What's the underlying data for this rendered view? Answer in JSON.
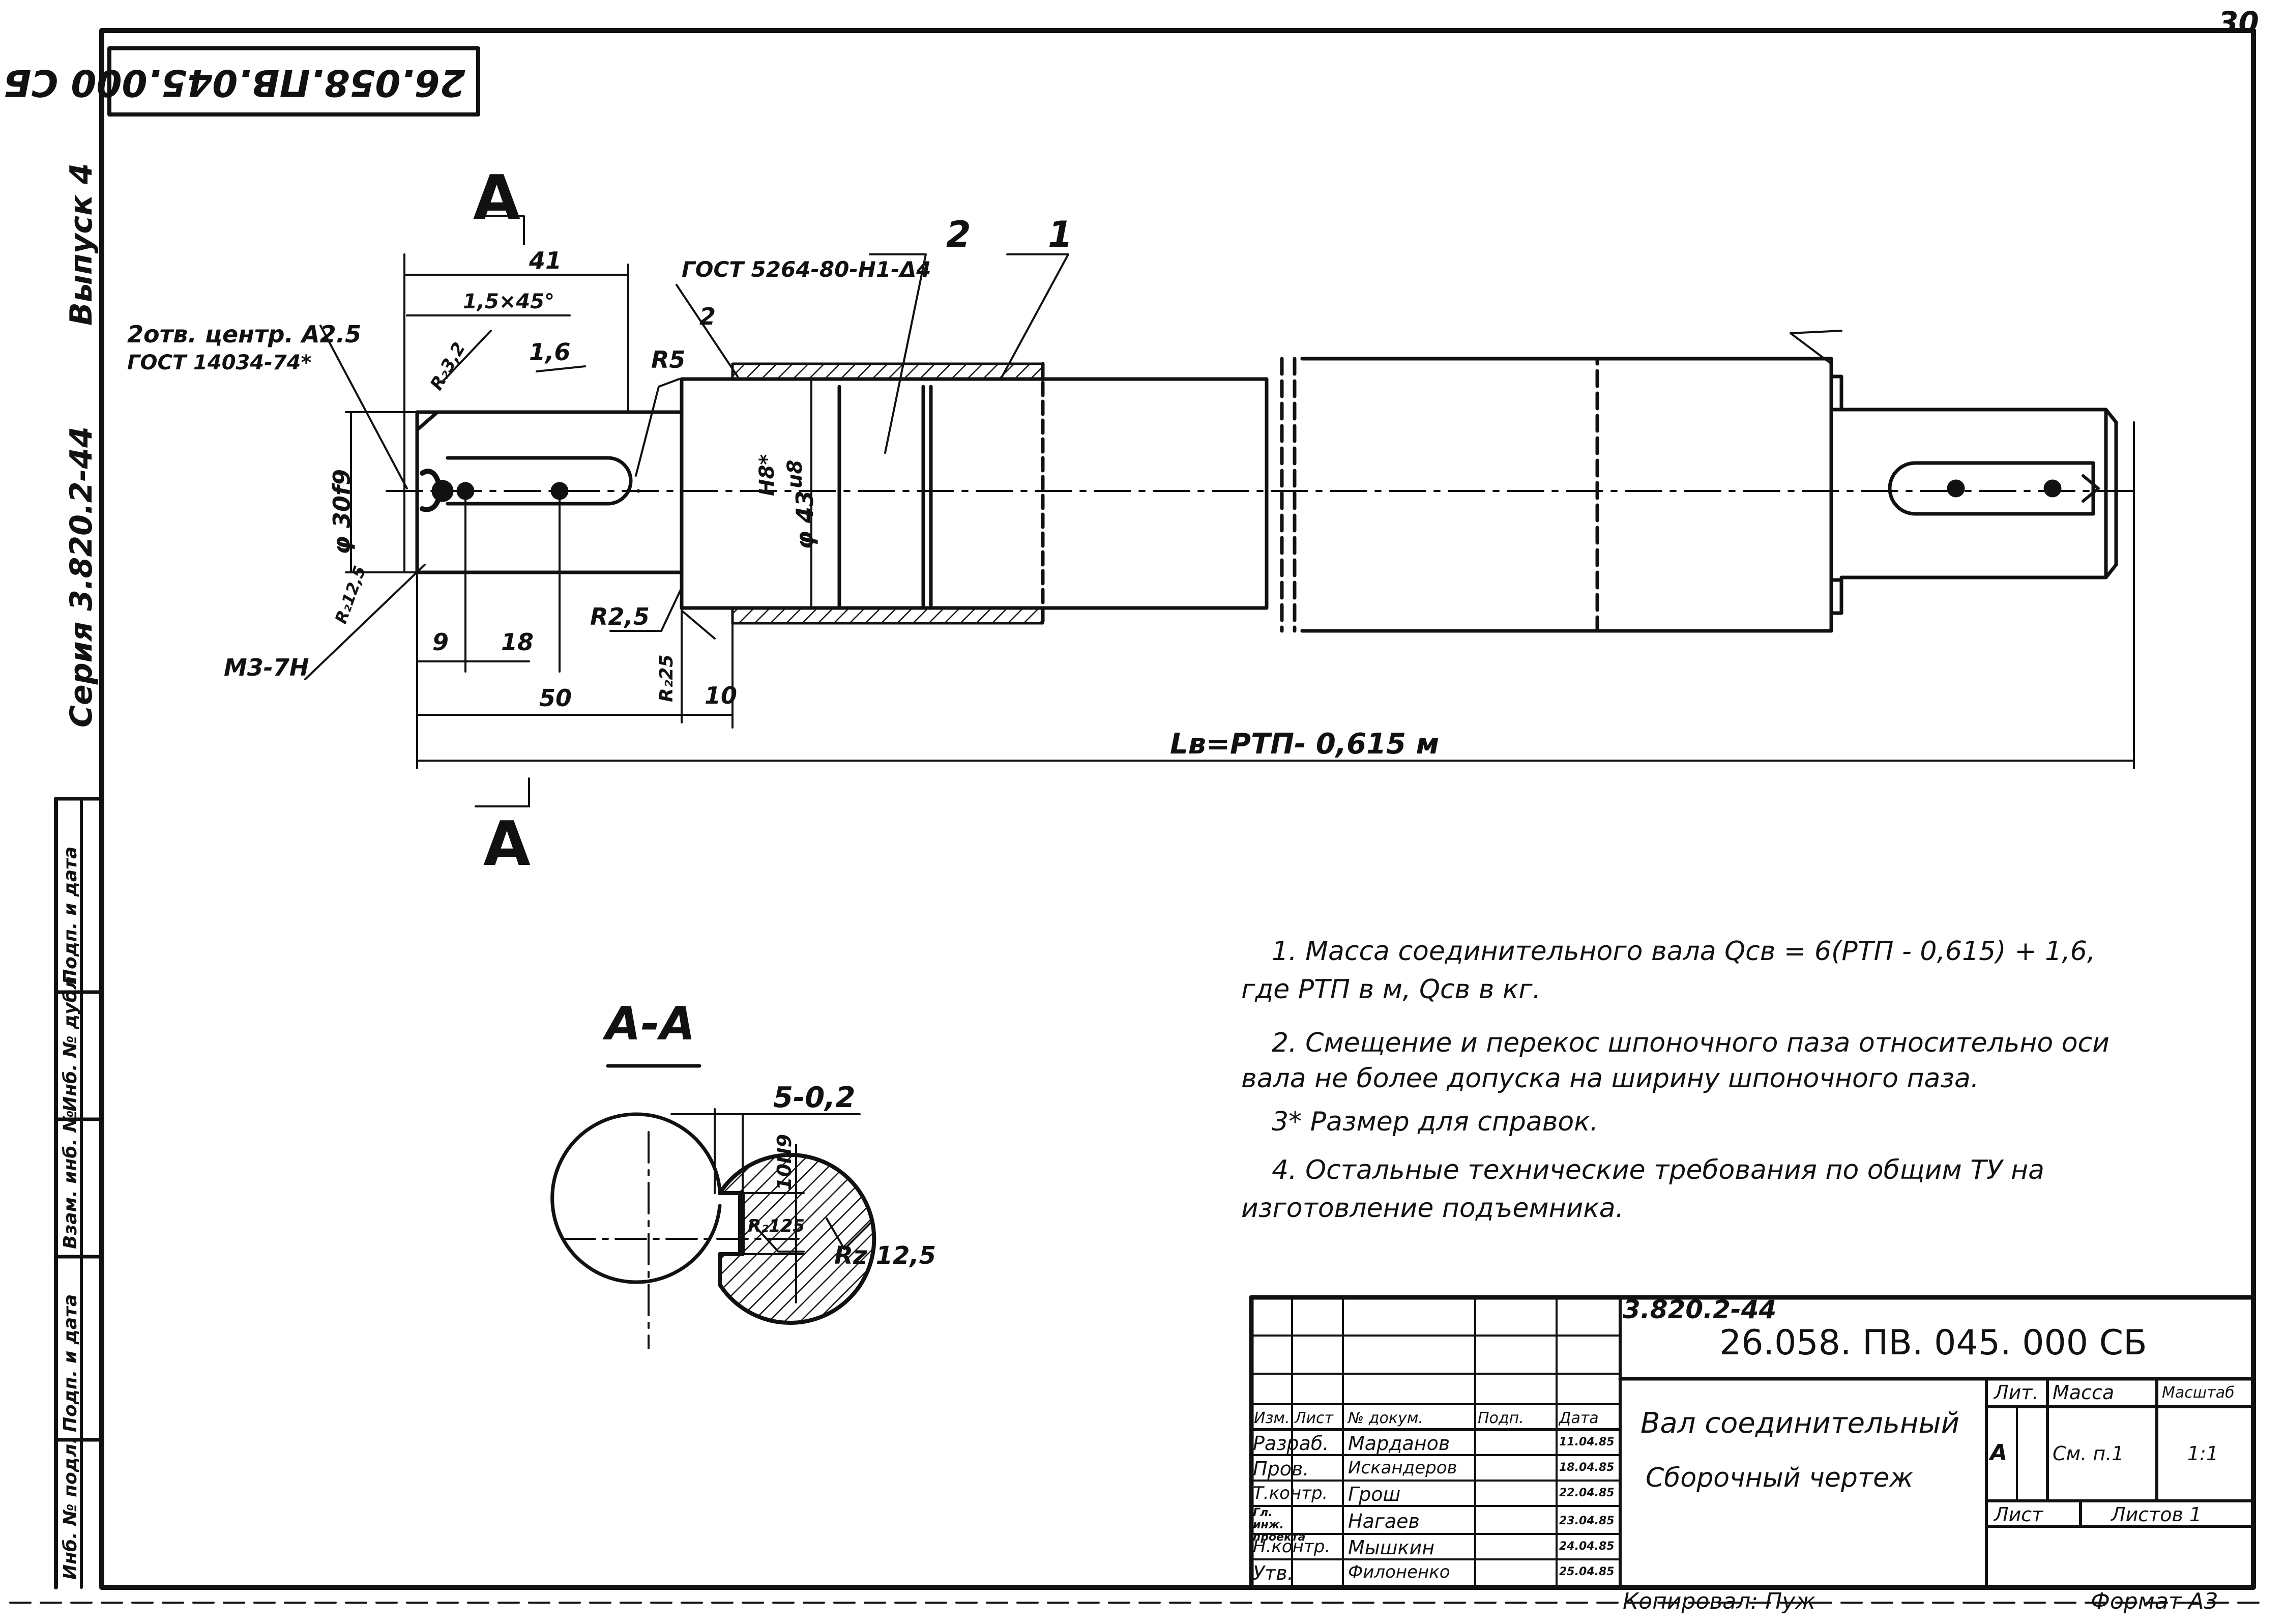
{
  "sheet_number": "30",
  "side_labels": {
    "issue": "Выпуск 4",
    "series": "Серия  3.820.2-44"
  },
  "stub_labels": [
    "Подп. и дата",
    "Инб. № дубл.",
    "Взам. инб. №",
    "Подп. и дата",
    "Инб. № подл."
  ],
  "mirrored_stamp": "26.058.ПВ.045.000 СБ",
  "section_marks": {
    "top": "А",
    "bottom": "А",
    "section_title": "А-А"
  },
  "callouts": {
    "center_holes": "2отв. центр. А2.5",
    "center_holes_std": "ГОСТ 14034-74*",
    "weld_symbol": "ГОСТ 5264-80-Н1-Δ4",
    "weld_leg": "2",
    "pos_2": "2",
    "pos_1": "1",
    "thread": "М3-7Н"
  },
  "dimensions": {
    "d41": "41",
    "chamfer": "1,5×45°",
    "rough_32": "R₂3,2",
    "rough_16": "1,6",
    "r5": "R5",
    "dia_30": "φ 30f9",
    "rough_125a": "R₂12,5",
    "r25": "R2,5",
    "d9": "9",
    "d18": "18",
    "d50": "50",
    "rough_25": "R₂25",
    "d10": "10",
    "dia_43": "φ 43",
    "fit_top": "H8*",
    "fit_bottom": "u8",
    "length": "Lв=РТП- 0,615 м",
    "key_width": "5-0,2",
    "key_depth": "10N9",
    "rough_125b": "R₂125",
    "rz": "Rz 12,5"
  },
  "notes": [
    "1.  Масса соединительного вала  Qсв = 6(РТП - 0,615) + 1,6,",
    "где  РТП  в м,  Qсв в кг.",
    "2.  Смещение и перекос шпоночного паза относительно оси",
    "вала  не более допуска  на ширину  шпоночного  паза.",
    "3*  Размер  для  справок.",
    "4.  Остальные  технические  требования  по  общим  ТУ  на",
    "изготовление  подъемника."
  ],
  "title_block": {
    "series_code": "3.820.2-44",
    "designation": "26.058. ПВ. 045. 000 СБ",
    "title_line1": "Вал соединительный",
    "title_line2": "Сборочный  чертеж",
    "col_headers": [
      "Изм.",
      "Лист",
      "№ докум.",
      "Подп.",
      "Дата"
    ],
    "rows": [
      {
        "role": "Разраб.",
        "name": "Марданов",
        "date": "11.04.85"
      },
      {
        "role": "Пров.",
        "name": "Искандеров",
        "date": "18.04.85"
      },
      {
        "role": "Т.контр.",
        "name": "Грош",
        "date": "22.04.85"
      },
      {
        "role": "Гл. инж. проекта",
        "name": "Нагаев",
        "date": "23.04.85"
      },
      {
        "role": "Н.контр.",
        "name": "Мышкин",
        "date": "24.04.85"
      },
      {
        "role": "Утв.",
        "name": "Филоненко",
        "date": "25.04.85"
      }
    ],
    "lit_label": "Лит.",
    "mass_label": "Масса",
    "scale_label": "Масштаб",
    "lit_value": "А",
    "mass_value": "См. п.1",
    "scale_value": "1:1",
    "sheet_label": "Лист",
    "sheets_label": "Листов  1"
  },
  "footer": {
    "copied": "Копировал:  Пуж",
    "format": "Формат  А3"
  }
}
